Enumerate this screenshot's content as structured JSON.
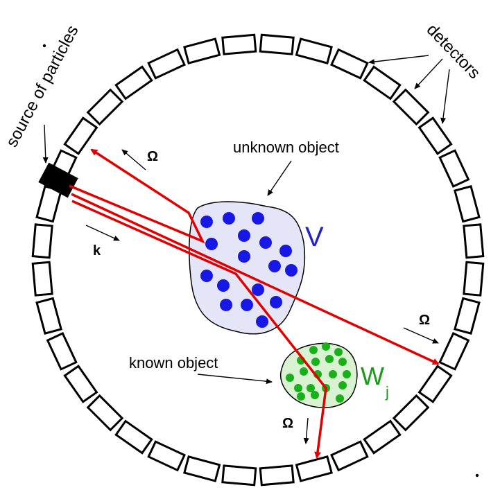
{
  "labels": {
    "source": "source of particles",
    "detectors": "detectors",
    "unknown_object": "unknown object",
    "known_object": "known object",
    "omega": "Ω",
    "k": "k",
    "V": "V",
    "W": "W",
    "W_sub": "j"
  },
  "colors": {
    "ring_stroke": "#000000",
    "detector_fill": "#ffffff",
    "source_fill": "#000000",
    "beam": "#e00000",
    "unknown_fill": "#e4e6f8",
    "unknown_dots": "#1818e6",
    "known_fill": "#d8f2d2",
    "known_dots": "#19b019",
    "V_color": "#2222cc",
    "W_color": "#1a9a1a"
  }
}
